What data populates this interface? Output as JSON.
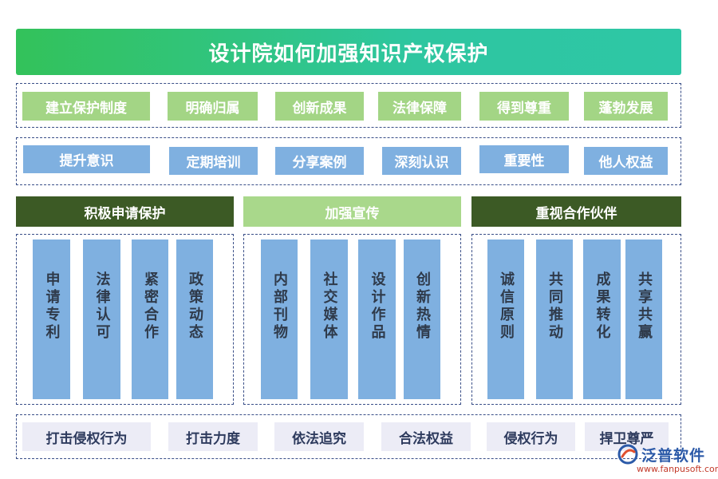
{
  "title": "设计院如何加强知识产权保护",
  "row1": [
    "建立保护制度",
    "明确归属",
    "创新成果",
    "法律保障",
    "得到尊重",
    "蓬勃发展"
  ],
  "row2": [
    "提升意识",
    "定期培训",
    "分享案例",
    "深刻认识",
    "重要性",
    "他人权益"
  ],
  "sections": [
    {
      "header": "积极申请保护",
      "columns": [
        "申请专利",
        "法律认可",
        "紧密合作",
        "政策动态"
      ]
    },
    {
      "header": "加强宣传",
      "columns": [
        "内部刊物",
        "社交媒体",
        "设计作品",
        "创新热情"
      ]
    },
    {
      "header": "重视合作伙伴",
      "columns": [
        "诚信原则",
        "共同推动",
        "成果转化",
        "共享共赢"
      ]
    }
  ],
  "bottom_row": [
    "打击侵权行为",
    "打击力度",
    "依法追究",
    "合法权益",
    "侵权行为",
    "捍卫尊严"
  ],
  "logo": {
    "name": "泛普软件",
    "url": "www.fanpusoft.com"
  },
  "colors": {
    "title_start": "#33c25a",
    "title_end": "#2ec7a6",
    "dark_green": "#3c5a25",
    "light_green": "#a9d88b",
    "blue": "#7fb0e0",
    "lavender": "#ececf6"
  }
}
